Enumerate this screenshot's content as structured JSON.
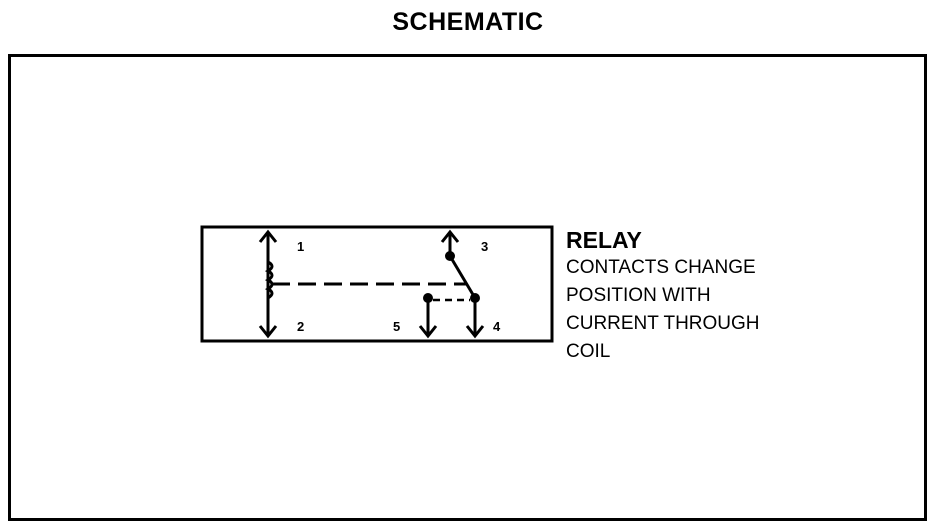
{
  "title": "SCHEMATIC",
  "relay": {
    "name": "RELAY",
    "description": [
      "CONTACTS CHANGE",
      "POSITION WITH",
      "CURRENT THROUGH",
      "COIL"
    ],
    "pins": {
      "p1": "1",
      "p2": "2",
      "p3": "3",
      "p4": "4",
      "p5": "5"
    }
  }
}
